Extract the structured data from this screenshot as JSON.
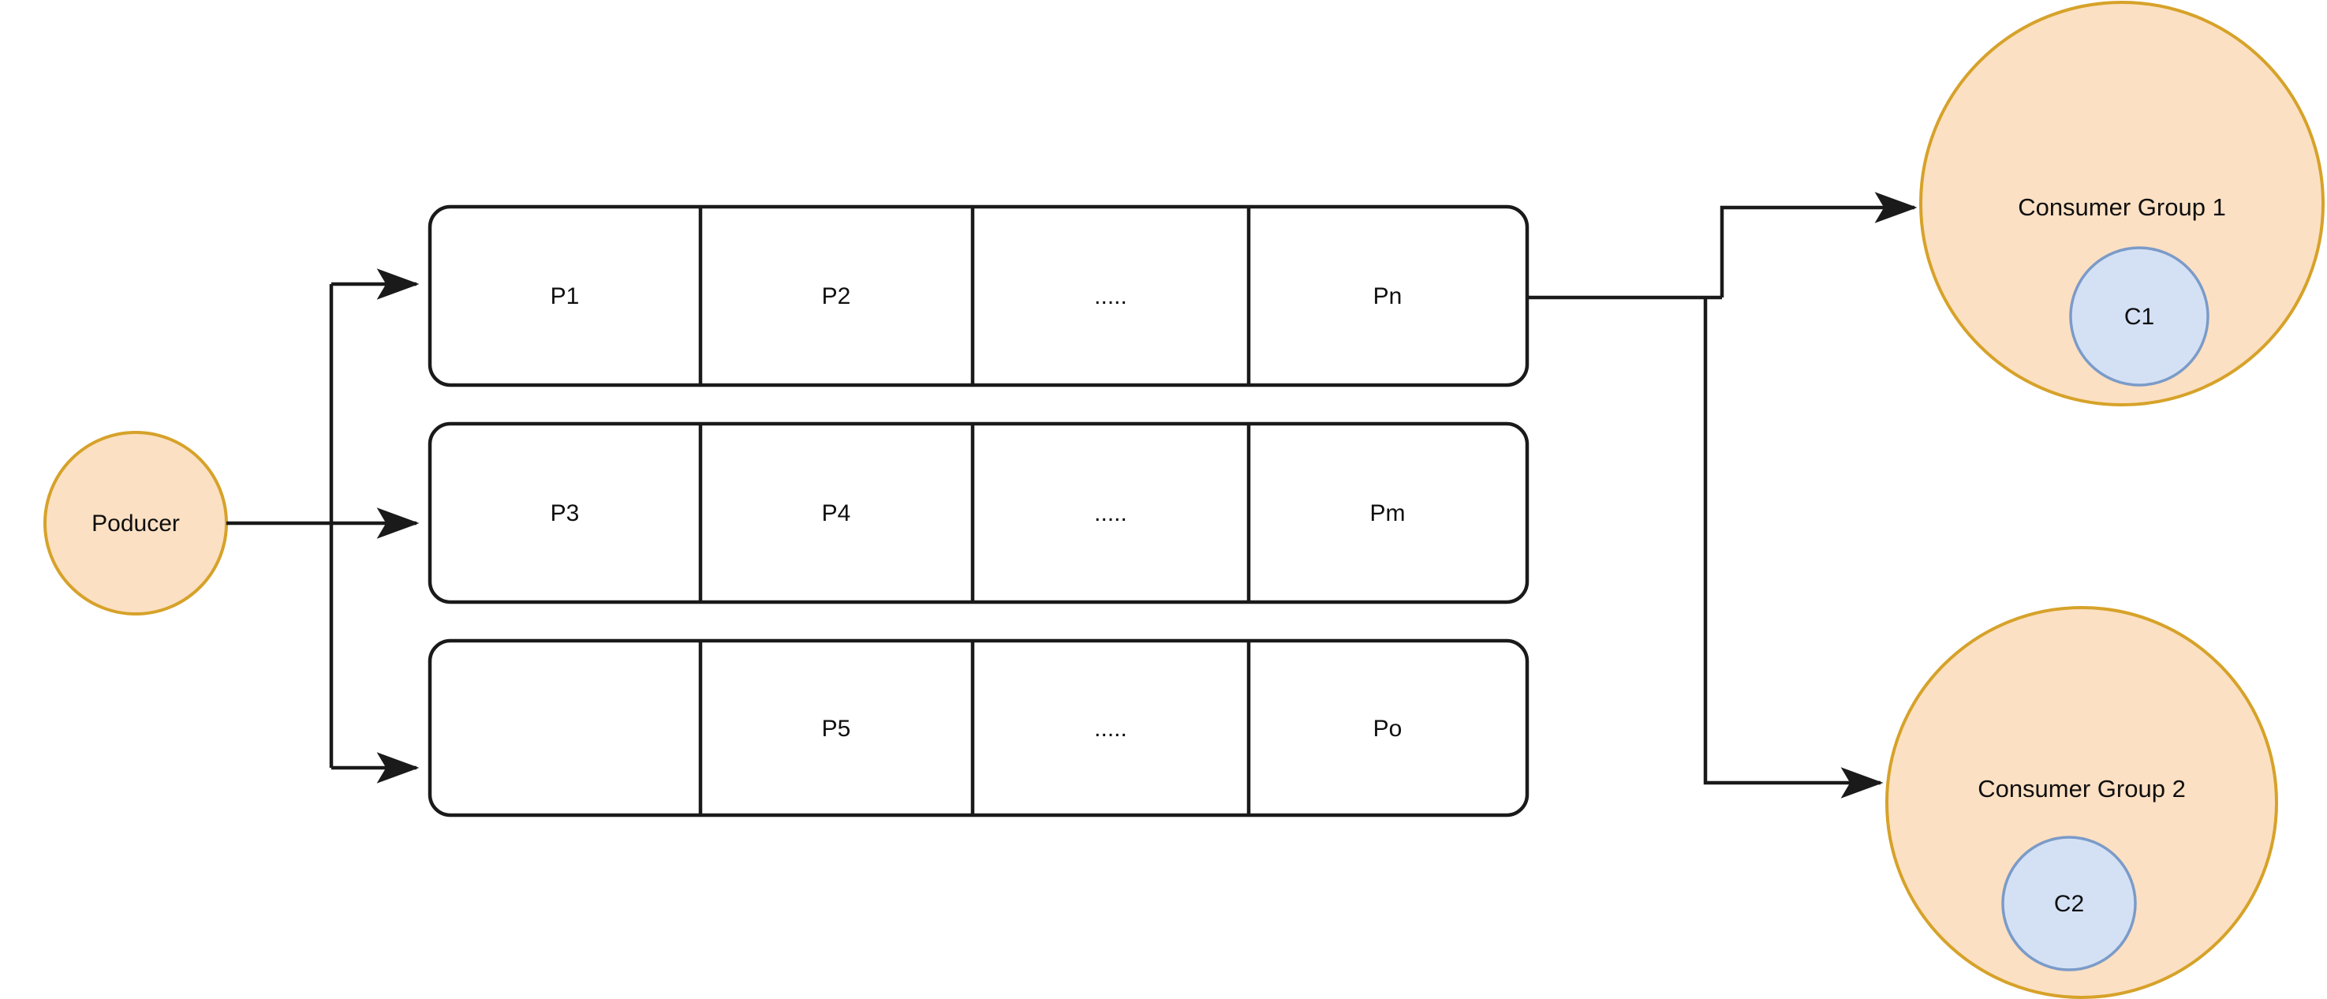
{
  "diagram": {
    "type": "message-broker-topology",
    "colors": {
      "group_fill": "#fce0c3",
      "group_stroke": "#d6a229",
      "consumer_fill": "#d4e1f5",
      "consumer_stroke": "#7b9bc8",
      "box_fill": "#ffffff",
      "line": "#1a1a1a",
      "background": "#ffffff"
    },
    "producer": {
      "label": "Poducer"
    },
    "partition_rows": [
      {
        "row_id": "row-1",
        "cells": [
          "P1",
          "P2",
          ".....",
          "Pn"
        ]
      },
      {
        "row_id": "row-2",
        "cells": [
          "P3",
          "P4",
          ".....",
          "Pm"
        ]
      },
      {
        "row_id": "row-3",
        "cells": [
          "",
          "P5",
          ".....",
          "Po"
        ]
      }
    ],
    "consumer_groups": [
      {
        "group_id": "consumer-group-1",
        "label": "Consumer Group 1",
        "consumer": "C1"
      },
      {
        "group_id": "consumer-group-2",
        "label": "Consumer Group 2",
        "consumer": "C2"
      }
    ]
  }
}
